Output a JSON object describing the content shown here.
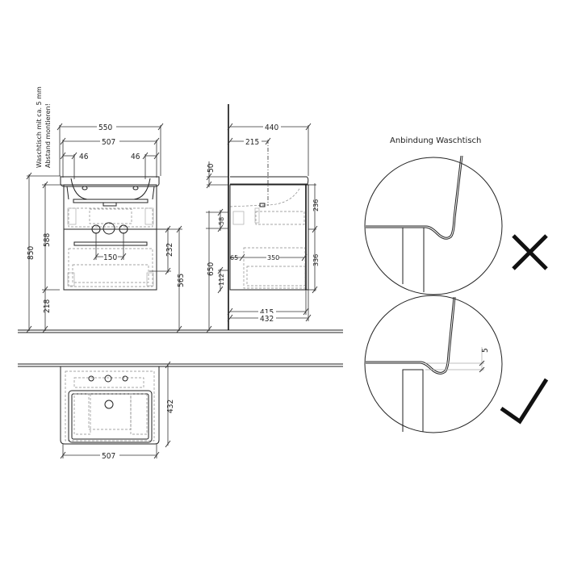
{
  "drawing": {
    "front_view": {
      "note_line1": "Waschtisch mit ca. 5 mm",
      "note_line2": "Abstand montieren!",
      "dims": {
        "overall_width": "550",
        "basin_width": "507",
        "left_offset": "46",
        "right_offset": "46",
        "total_height": "850",
        "cabinet_height": "588",
        "floor_clearance": "218",
        "drawer_gap": "232",
        "drawer_top_height": "565",
        "holes_spacing": "150"
      }
    },
    "side_view": {
      "dims": {
        "overall_depth": "440",
        "basin_center": "215",
        "basin_thickness": "50",
        "upper_drawer": "236",
        "lower_drawer": "336",
        "offset_58": "58",
        "height_650": "650",
        "offset_112": "112",
        "offset_65": "65",
        "drawer_depth": "350",
        "cabinet_depth": "415",
        "total_depth": "432"
      }
    },
    "top_view": {
      "dims": {
        "width": "507",
        "depth": "432"
      }
    },
    "detail": {
      "title": "Anbindung Waschtisch",
      "gap_label": "5",
      "wrong_mark": "cross-icon",
      "right_mark": "check-icon"
    }
  }
}
